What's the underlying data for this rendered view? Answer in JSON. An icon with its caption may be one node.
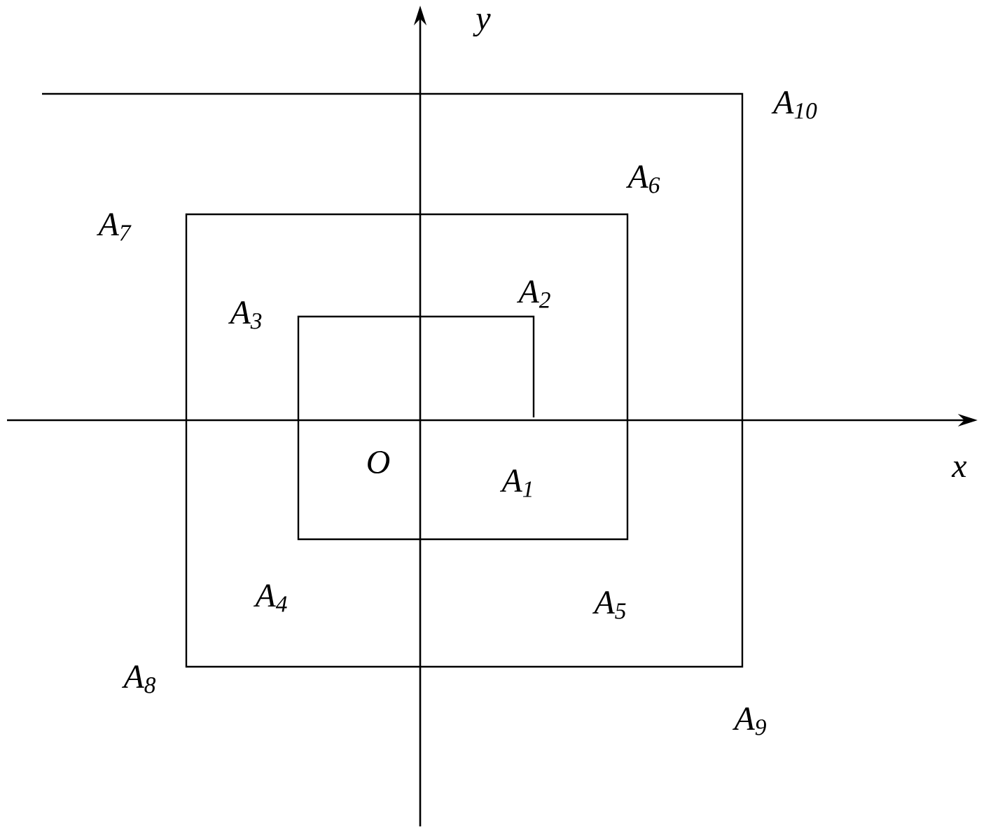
{
  "diagram": {
    "labels": [
      "y",
      "A$_{10}$",
      "A$_{6}$",
      "A$_{7}$",
      "A$_{2}$",
      "A$_{3}$",
      "O",
      "A$_{1}$",
      "x",
      "A$_{4}$",
      "A$_{5}$",
      "A$_{8}$",
      "A$_{9}$"
    ]
  }
}
